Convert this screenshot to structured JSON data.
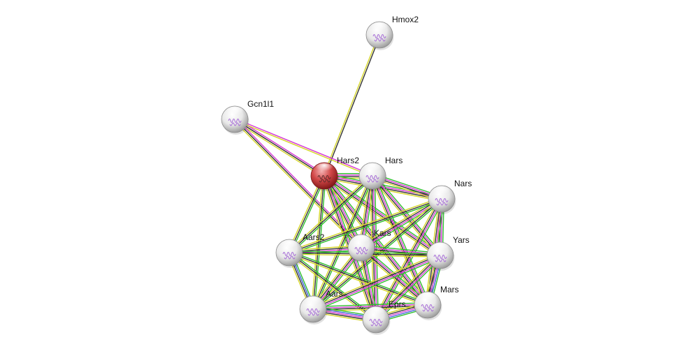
{
  "network": {
    "nodes": [
      {
        "id": "Hmox2",
        "label": "Hmox2",
        "query": false
      },
      {
        "id": "Gcn1l1",
        "label": "Gcn1l1",
        "query": false
      },
      {
        "id": "Hars2",
        "label": "Hars2",
        "query": true
      },
      {
        "id": "Hars",
        "label": "Hars",
        "query": false
      },
      {
        "id": "Nars",
        "label": "Nars",
        "query": false
      },
      {
        "id": "Kars",
        "label": "Kars",
        "query": false
      },
      {
        "id": "Aars2",
        "label": "Aars2",
        "query": false
      },
      {
        "id": "Yars",
        "label": "Yars",
        "query": false
      },
      {
        "id": "Aars",
        "label": "Aars",
        "query": false
      },
      {
        "id": "Mars",
        "label": "Mars",
        "query": false
      },
      {
        "id": "Eprs",
        "label": "Eprs",
        "query": false
      }
    ],
    "edges": [
      {
        "source": "Hars2",
        "target": "Hmox2",
        "evidence": [
          "yellow",
          "black"
        ]
      },
      {
        "source": "Gcn1l1",
        "target": "Hars2",
        "evidence": [
          "magenta",
          "black",
          "yellow"
        ]
      },
      {
        "source": "Gcn1l1",
        "target": "Hars",
        "evidence": [
          "magenta",
          "yellow"
        ]
      },
      {
        "source": "Gcn1l1",
        "target": "Kars",
        "evidence": [
          "magenta",
          "black",
          "yellow"
        ]
      },
      {
        "source": "Hars2",
        "target": "Hars",
        "evidence": [
          "green",
          "magenta",
          "black",
          "yellow"
        ]
      },
      {
        "source": "Hars2",
        "target": "Nars",
        "evidence": [
          "green",
          "magenta",
          "black",
          "yellow"
        ]
      },
      {
        "source": "Hars2",
        "target": "Kars",
        "evidence": [
          "green",
          "magenta",
          "black",
          "yellow"
        ]
      },
      {
        "source": "Hars2",
        "target": "Aars2",
        "evidence": [
          "green",
          "black",
          "yellow"
        ]
      },
      {
        "source": "Hars2",
        "target": "Yars",
        "evidence": [
          "green",
          "magenta",
          "black",
          "yellow"
        ]
      },
      {
        "source": "Hars2",
        "target": "Aars",
        "evidence": [
          "green",
          "black",
          "yellow"
        ]
      },
      {
        "source": "Hars2",
        "target": "Mars",
        "evidence": [
          "green",
          "magenta",
          "black",
          "yellow"
        ]
      },
      {
        "source": "Hars2",
        "target": "Eprs",
        "evidence": [
          "green",
          "magenta",
          "black",
          "yellow"
        ]
      },
      {
        "source": "Hars",
        "target": "Nars",
        "evidence": [
          "green",
          "magenta",
          "black",
          "yellow"
        ]
      },
      {
        "source": "Hars",
        "target": "Kars",
        "evidence": [
          "green",
          "magenta",
          "black",
          "yellow"
        ]
      },
      {
        "source": "Hars",
        "target": "Aars2",
        "evidence": [
          "green",
          "black",
          "yellow"
        ]
      },
      {
        "source": "Hars",
        "target": "Yars",
        "evidence": [
          "green",
          "magenta",
          "black",
          "yellow"
        ]
      },
      {
        "source": "Hars",
        "target": "Aars",
        "evidence": [
          "green",
          "black",
          "yellow"
        ]
      },
      {
        "source": "Hars",
        "target": "Mars",
        "evidence": [
          "green",
          "magenta",
          "black",
          "yellow"
        ]
      },
      {
        "source": "Hars",
        "target": "Eprs",
        "evidence": [
          "green",
          "magenta",
          "black",
          "yellow"
        ]
      },
      {
        "source": "Nars",
        "target": "Kars",
        "evidence": [
          "green",
          "magenta",
          "black",
          "yellow"
        ]
      },
      {
        "source": "Nars",
        "target": "Aars2",
        "evidence": [
          "green",
          "black",
          "yellow"
        ]
      },
      {
        "source": "Nars",
        "target": "Yars",
        "evidence": [
          "green",
          "magenta",
          "black",
          "yellow"
        ]
      },
      {
        "source": "Nars",
        "target": "Aars",
        "evidence": [
          "green",
          "black",
          "yellow"
        ]
      },
      {
        "source": "Nars",
        "target": "Mars",
        "evidence": [
          "green",
          "magenta",
          "black",
          "yellow"
        ]
      },
      {
        "source": "Nars",
        "target": "Eprs",
        "evidence": [
          "green",
          "magenta",
          "black",
          "yellow"
        ]
      },
      {
        "source": "Kars",
        "target": "Aars2",
        "evidence": [
          "green",
          "magenta",
          "black",
          "yellow"
        ]
      },
      {
        "source": "Kars",
        "target": "Yars",
        "evidence": [
          "green",
          "magenta",
          "black",
          "yellow"
        ]
      },
      {
        "source": "Kars",
        "target": "Aars",
        "evidence": [
          "green",
          "magenta",
          "black",
          "yellow"
        ]
      },
      {
        "source": "Kars",
        "target": "Mars",
        "evidence": [
          "green",
          "magenta",
          "black",
          "yellow"
        ]
      },
      {
        "source": "Kars",
        "target": "Eprs",
        "evidence": [
          "green",
          "magenta",
          "black",
          "yellow"
        ]
      },
      {
        "source": "Aars2",
        "target": "Yars",
        "evidence": [
          "green",
          "black",
          "yellow"
        ]
      },
      {
        "source": "Aars2",
        "target": "Aars",
        "evidence": [
          "green",
          "blue",
          "black",
          "yellow"
        ]
      },
      {
        "source": "Aars2",
        "target": "Mars",
        "evidence": [
          "green",
          "black",
          "yellow"
        ]
      },
      {
        "source": "Aars2",
        "target": "Eprs",
        "evidence": [
          "green",
          "black",
          "yellow"
        ]
      },
      {
        "source": "Yars",
        "target": "Aars",
        "evidence": [
          "green",
          "magenta",
          "black",
          "yellow"
        ]
      },
      {
        "source": "Yars",
        "target": "Mars",
        "evidence": [
          "green",
          "blue",
          "magenta",
          "black",
          "yellow"
        ]
      },
      {
        "source": "Yars",
        "target": "Eprs",
        "evidence": [
          "green",
          "magenta",
          "black",
          "yellow"
        ]
      },
      {
        "source": "Aars",
        "target": "Mars",
        "evidence": [
          "green",
          "magenta",
          "black",
          "yellow"
        ]
      },
      {
        "source": "Aars",
        "target": "Eprs",
        "evidence": [
          "green",
          "blue",
          "magenta",
          "black",
          "yellow"
        ]
      },
      {
        "source": "Mars",
        "target": "Eprs",
        "evidence": [
          "green",
          "blue",
          "magenta",
          "black",
          "yellow"
        ]
      }
    ]
  },
  "colors": {
    "green": "#2fbf2f",
    "blue": "#3d5fd8",
    "magenta": "#d63bd6",
    "black": "#333333",
    "yellow": "#d6d62a",
    "query_node": "#d03a3a",
    "node": "#e2e2e2",
    "structure": "#a56ad6"
  }
}
